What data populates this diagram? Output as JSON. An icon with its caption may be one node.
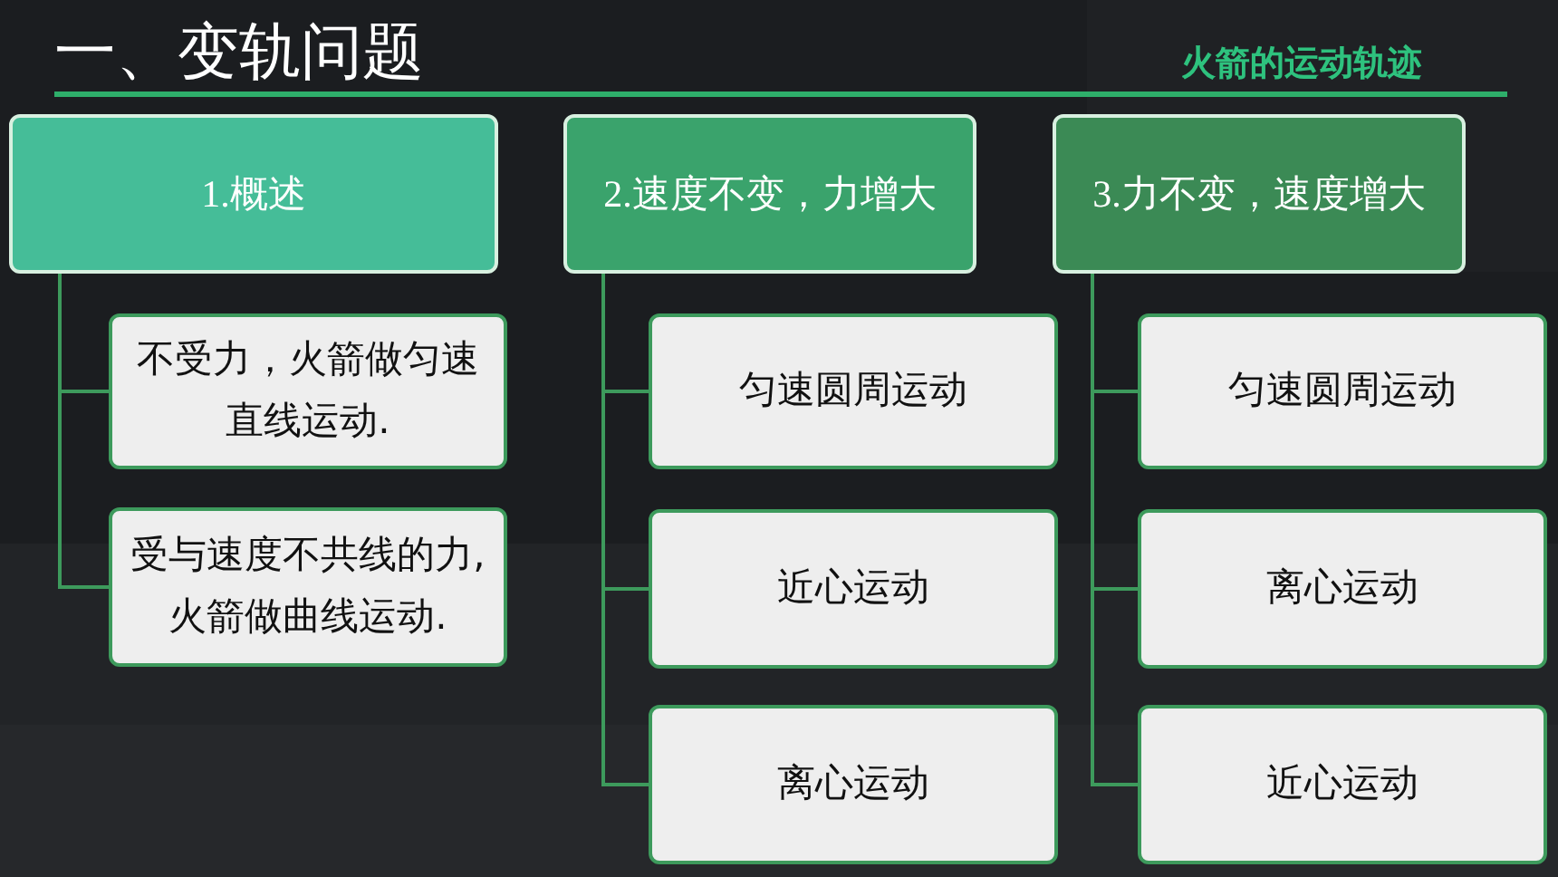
{
  "diagram": {
    "title": "一、变轨问题",
    "nodes": [
      {
        "text": [
          "1.概述"
        ]
      },
      {
        "text": [
          "2.速度不变，力增大"
        ]
      },
      {
        "text": [
          "3.力不变，速度增大"
        ]
      },
      {
        "text": [
          "不受力，火箭做匀速直线运动."
        ]
      },
      {
        "text": [
          "受与速度不共线的力, 火箭做曲线运动."
        ]
      },
      {
        "text": [
          "匀速圆周运动"
        ]
      },
      {
        "text": [
          "近心运动"
        ]
      },
      {
        "text": [
          "离心运动"
        ]
      },
      {
        "text": [
          "匀速圆周运动"
        ]
      },
      {
        "text": [
          "离心运动"
        ]
      },
      {
        "text": [
          "近心运动"
        ]
      }
    ],
    "edges": [
      {
        "from": 0,
        "to": 3,
        "arrow": "none"
      },
      {
        "from": 0,
        "to": 4,
        "arrow": "none"
      },
      {
        "from": 1,
        "to": 5,
        "arrow": "none"
      },
      {
        "from": 1,
        "to": 6,
        "arrow": "none"
      },
      {
        "from": 1,
        "to": 7,
        "arrow": "none"
      },
      {
        "from": 2,
        "to": 8,
        "arrow": "none"
      },
      {
        "from": 2,
        "to": 9,
        "arrow": "none"
      },
      {
        "from": 2,
        "to": 10,
        "arrow": "none"
      }
    ],
    "labels": [
      "火箭的运动轨迹"
    ]
  }
}
